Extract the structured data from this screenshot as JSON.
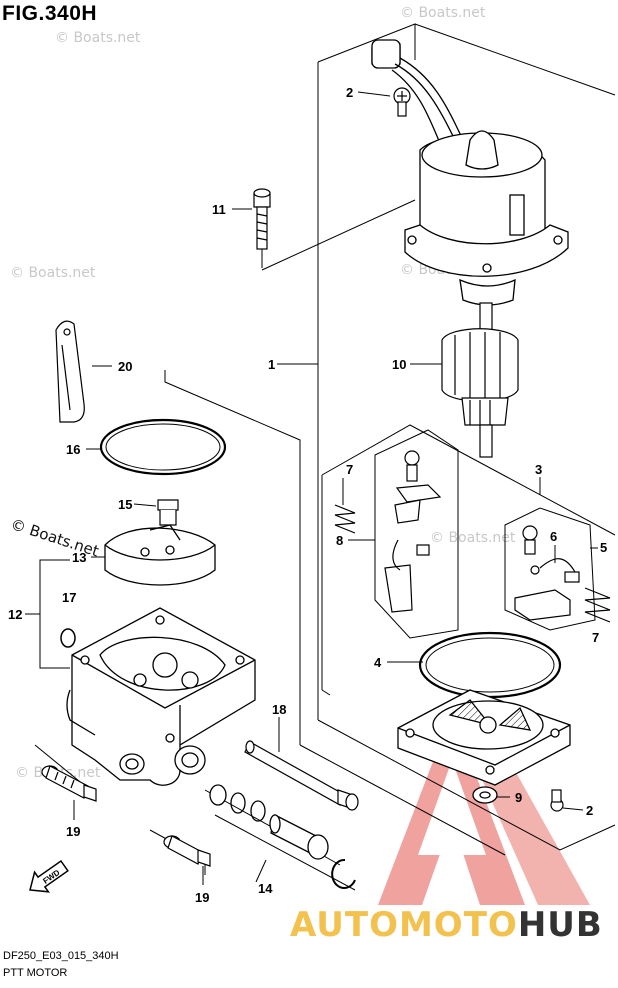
{
  "figure": {
    "title": "FIG.340H",
    "code": "DF250_E03_015_340H",
    "subtitle": "PTT MOTOR"
  },
  "watermarks": {
    "small": "© Boats.net",
    "large": "© Boats.net"
  },
  "brand": {
    "part1": "AUTOMOTO",
    "part2": "HUB",
    "colors": {
      "yellow": "#f2c14e",
      "red": "#e0443a",
      "dark": "#333333"
    }
  },
  "callouts": [
    {
      "id": "c1",
      "label": "1"
    },
    {
      "id": "c2a",
      "label": "2"
    },
    {
      "id": "c2b",
      "label": "2"
    },
    {
      "id": "c3",
      "label": "3"
    },
    {
      "id": "c4",
      "label": "4"
    },
    {
      "id": "c5",
      "label": "5"
    },
    {
      "id": "c6",
      "label": "6"
    },
    {
      "id": "c7a",
      "label": "7"
    },
    {
      "id": "c7b",
      "label": "7"
    },
    {
      "id": "c8",
      "label": "8"
    },
    {
      "id": "c9",
      "label": "9"
    },
    {
      "id": "c10",
      "label": "10"
    },
    {
      "id": "c11",
      "label": "11"
    },
    {
      "id": "c12",
      "label": "12"
    },
    {
      "id": "c13",
      "label": "13"
    },
    {
      "id": "c14",
      "label": "14"
    },
    {
      "id": "c15",
      "label": "15"
    },
    {
      "id": "c16",
      "label": "16"
    },
    {
      "id": "c17",
      "label": "17"
    },
    {
      "id": "c18",
      "label": "18"
    },
    {
      "id": "c19a",
      "label": "19"
    },
    {
      "id": "c19b",
      "label": "19"
    },
    {
      "id": "c20",
      "label": "20"
    }
  ],
  "fwd_label": "FWD"
}
